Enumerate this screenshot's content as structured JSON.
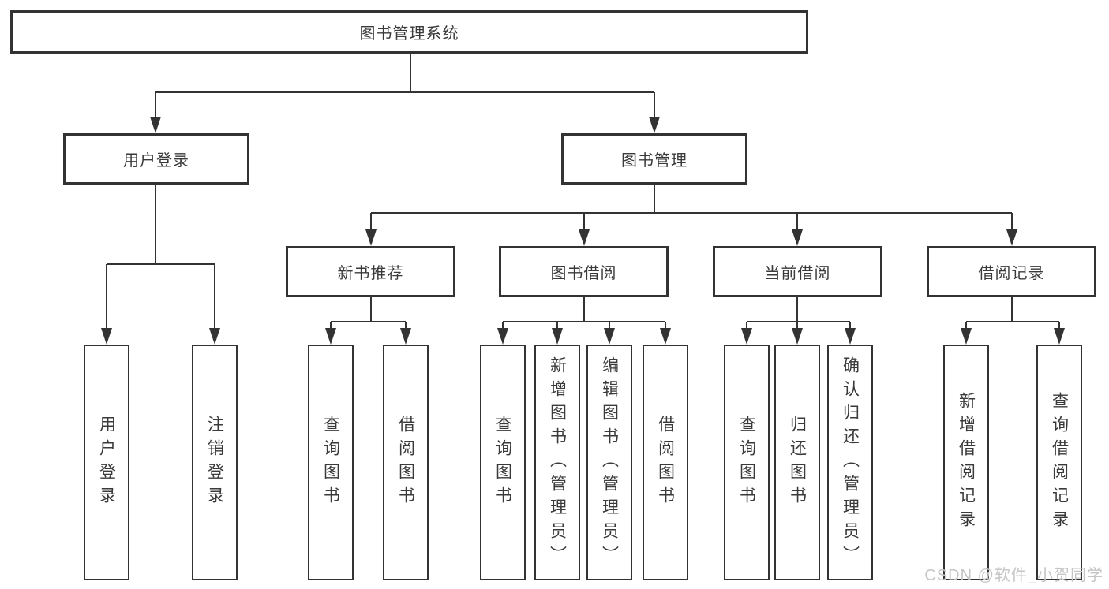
{
  "diagram_type": "hierarchy-structure-chart",
  "colors": {
    "background": "#ffffff",
    "box_border": "#333333",
    "box_fill": "#ffffff",
    "text": "#3a3a3a",
    "connector_line": "#333333",
    "watermark": "#c5c5c5"
  },
  "tree": {
    "root": {
      "label": "图书管理系统"
    },
    "branches": [
      {
        "label": "用户登录",
        "children": [
          {
            "label": "用户登录"
          },
          {
            "label": "注销登录"
          }
        ]
      },
      {
        "label": "图书管理",
        "sections": [
          {
            "label": "新书推荐",
            "children": [
              {
                "label": "查询图书"
              },
              {
                "label": "借阅图书"
              }
            ]
          },
          {
            "label": "图书借阅",
            "children": [
              {
                "label": "查询图书"
              },
              {
                "label": "新增图书（管理员）"
              },
              {
                "label": "编辑图书（管理员）"
              },
              {
                "label": "借阅图书"
              }
            ]
          },
          {
            "label": "当前借阅",
            "children": [
              {
                "label": "查询图书"
              },
              {
                "label": "归还图书"
              },
              {
                "label": "确认归还（管理员）"
              }
            ]
          },
          {
            "label": "借阅记录",
            "children": [
              {
                "label": "新增借阅记录"
              },
              {
                "label": "查询借阅记录"
              }
            ]
          }
        ]
      }
    ]
  },
  "watermark": {
    "text": "CSDN @软件_小贺同学"
  }
}
